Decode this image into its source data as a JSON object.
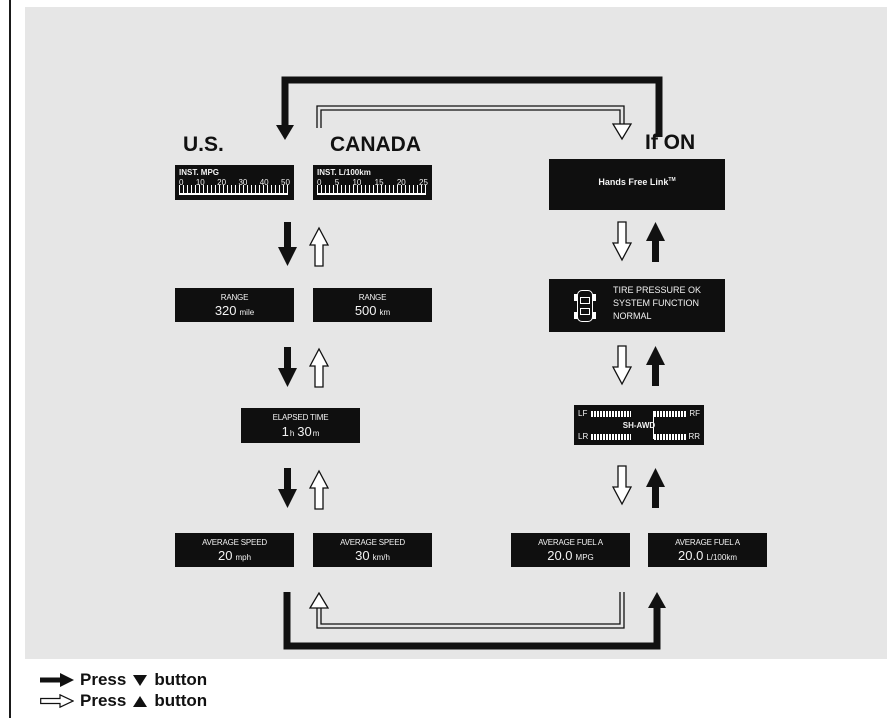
{
  "headers": {
    "us": "U.S.",
    "canada": "CANADA",
    "if_on": "If ON"
  },
  "inst_us": {
    "title": "INST. MPG",
    "ticks": [
      "0",
      "10",
      "20",
      "30",
      "40",
      "50"
    ]
  },
  "inst_ca": {
    "title": "INST. L/100km",
    "ticks": [
      "0",
      "5",
      "10",
      "15",
      "20",
      "25"
    ]
  },
  "hfl": {
    "text": "Hands Free Link",
    "tm": "TM"
  },
  "range_us": {
    "caption": "RANGE",
    "value": "320",
    "unit": "mile"
  },
  "range_ca": {
    "caption": "RANGE",
    "value": "500",
    "unit": "km"
  },
  "tpms": {
    "lines": [
      "TIRE PRESSURE OK",
      "SYSTEM FUNCTION",
      "NORMAL"
    ]
  },
  "elapsed": {
    "caption": "ELAPSED TIME",
    "h": "1",
    "h_unit": "h",
    "m": "30",
    "m_unit": "m"
  },
  "awd": {
    "lf": "LF",
    "rf": "RF",
    "lr": "LR",
    "rr": "RR",
    "title": "SH-AWD"
  },
  "avg_speed_us": {
    "caption": "AVERAGE SPEED",
    "value": "20",
    "unit": "mph"
  },
  "avg_speed_ca": {
    "caption": "AVERAGE SPEED",
    "value": "30",
    "unit": "km/h"
  },
  "avg_fuel_us": {
    "caption": "AVERAGE FUEL A",
    "value": "20.0",
    "unit": "MPG"
  },
  "avg_fuel_ca": {
    "caption": "AVERAGE FUEL A",
    "value": "20.0",
    "unit": "L/100km"
  },
  "legend": {
    "down": {
      "press": "Press",
      "button": "button"
    },
    "up": {
      "press": "Press",
      "button": "button"
    }
  }
}
